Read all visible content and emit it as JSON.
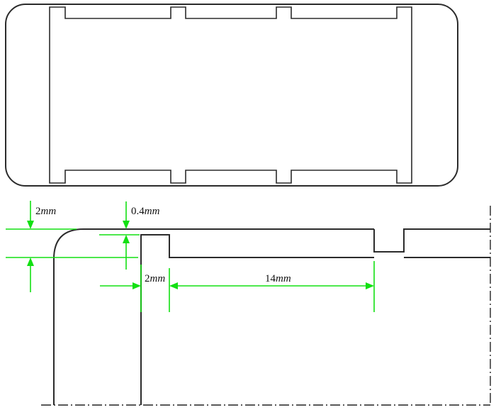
{
  "diagram": {
    "dimension_labels": {
      "corner_radius": {
        "value": "2",
        "unit": "mm"
      },
      "wall_gap": {
        "value": "0.4",
        "unit": "mm"
      },
      "rim_width": {
        "value": "2",
        "unit": "mm"
      },
      "notch_spacing": {
        "value": "14",
        "unit": "mm"
      }
    },
    "colors": {
      "outline": "#2b2b2b",
      "dimension": "#12e012",
      "text": "#111111"
    }
  }
}
